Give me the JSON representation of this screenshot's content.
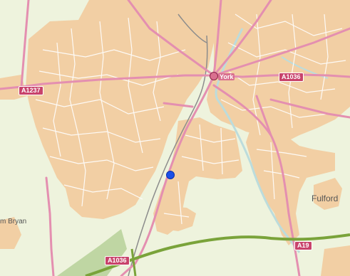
{
  "map": {
    "colors": {
      "background": "#eef3dd",
      "urban": "#f2cfa4",
      "road_main": "#e48fb0",
      "road_minor": "#ffffff",
      "railway": "#8c8c8c",
      "ring_road": "#7aa33a",
      "park": "#bfd6a3",
      "river": "#bcdcdc"
    },
    "places": {
      "york": "York",
      "fulford": "Fulford",
      "bryan": "m Bryan"
    },
    "roads": {
      "a1237": "A1237",
      "a1036_east": "A1036",
      "a1036_south": "A1036",
      "a19": "A19"
    },
    "marker": {
      "color": "#1a4fe8",
      "icon": "location-marker-icon"
    }
  }
}
